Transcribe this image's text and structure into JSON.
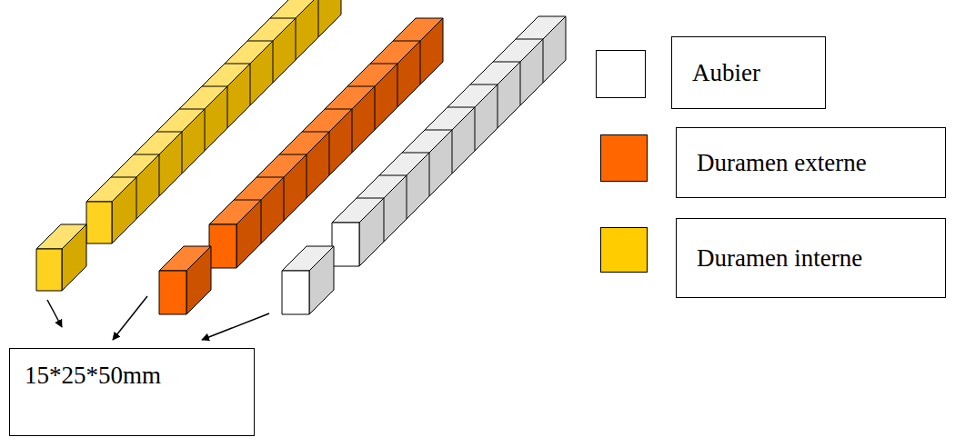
{
  "diagram": {
    "nodes": [
      {
        "text": [
          "15*25*50mm"
        ]
      }
    ],
    "legend": [
      {
        "text": "Aubier",
        "color": "#ffffff"
      },
      {
        "text": "Duramen externe",
        "color": "#ff6600"
      },
      {
        "text": "Duramen interne",
        "color": "#ffcc00"
      }
    ]
  }
}
